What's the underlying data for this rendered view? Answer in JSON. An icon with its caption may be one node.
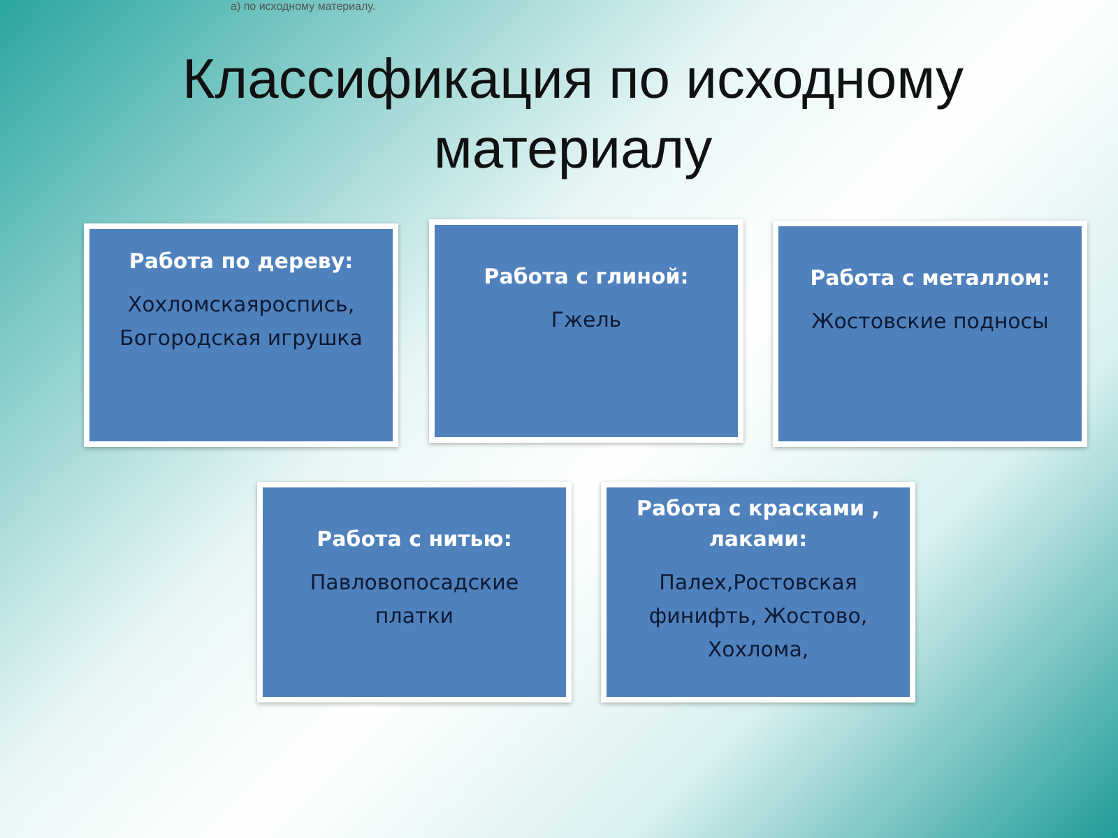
{
  "diagram": {
    "title": "Классификация по исходному материалу",
    "nodes": [
      {
        "text": [
          "Работа по дереву:",
          "Хохломскаяроспись, Богородская игрушка"
        ]
      },
      {
        "text": [
          "Работа с глиной:",
          "Гжель"
        ]
      },
      {
        "text": [
          "Работа с металлом:",
          "Жостовские подносы"
        ]
      },
      {
        "text": [
          "Работа с нитью:",
          "Павловопосадские платки"
        ]
      },
      {
        "text": [
          "Работа с красками , лаками:",
          "Палех,Ростовская финифть, Жостово, Хохлома,"
        ]
      }
    ],
    "edges": [],
    "labels": [
      "а) по исходному материалу."
    ]
  }
}
